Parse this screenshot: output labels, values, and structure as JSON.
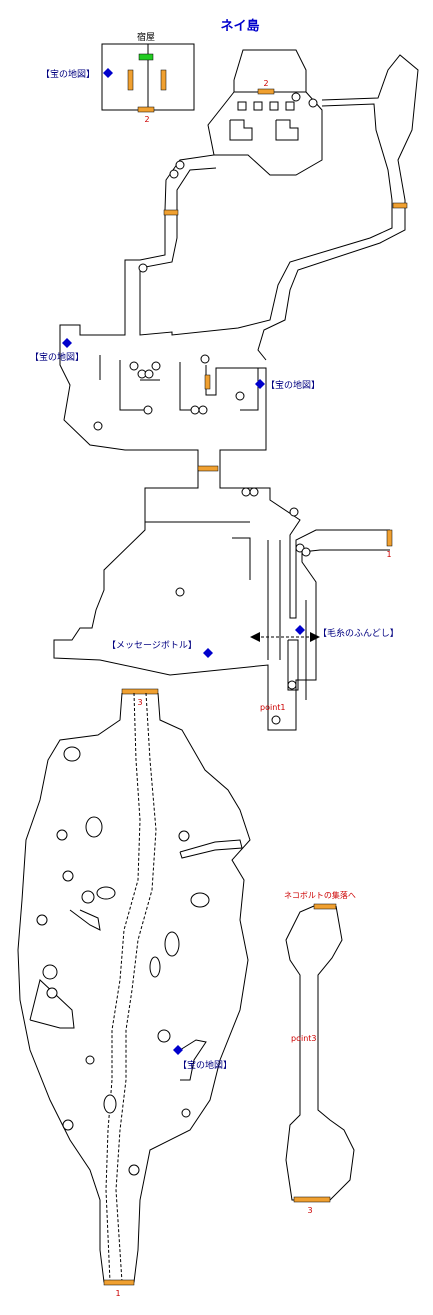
{
  "map": {
    "title": "ネイ島",
    "inn_label": "宿屋",
    "labels": {
      "treasure_map_inn": "【宝の地図】",
      "treasure_map_left": "【宝の地図】",
      "treasure_map_center": "【宝の地図】",
      "treasure_map_lower": "【宝の地図】",
      "wool_loincloth": "【毛糸のふんどし】",
      "message_bottle": "【メッセージボトル】",
      "to_nekobolt_village": "ネコボルトの集落へ",
      "point1": "point1",
      "point3": "point3"
    },
    "exit_numbers": {
      "inn_exit": "2",
      "building_exit": "2",
      "east_exit": "1",
      "lower_top": "3",
      "lower_bottom": "1",
      "right_bottom": "3"
    }
  },
  "colors": {
    "title": "#0000cc",
    "label": "#000080",
    "red_text": "#cc0000",
    "exit_door": "#f0a030",
    "treasure_marker": "#0000cc",
    "bed": "#22cc22",
    "wall": "#000000"
  }
}
